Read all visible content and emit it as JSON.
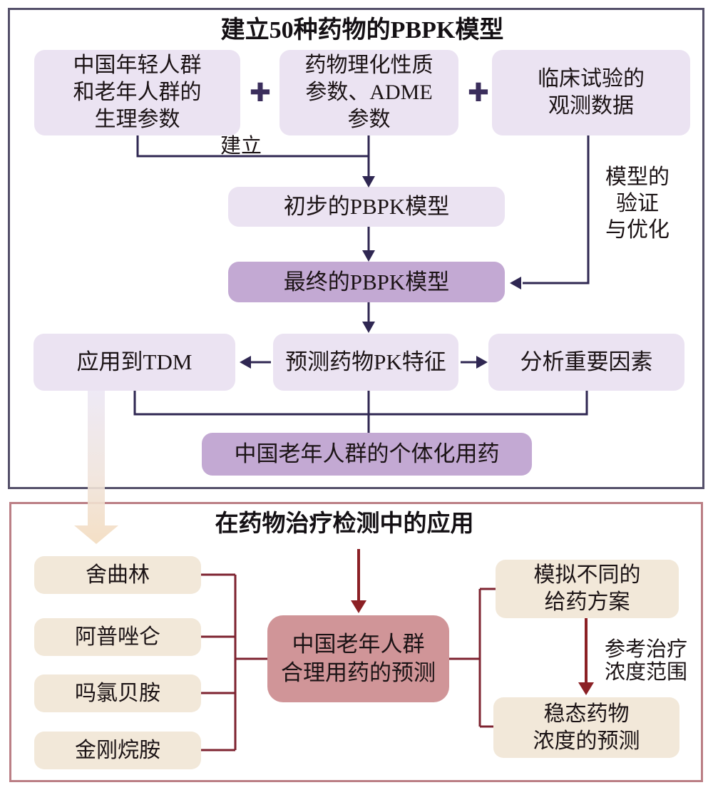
{
  "colors": {
    "top_panel_border": "#55506a",
    "bottom_panel_border": "#bb7f85",
    "lavender_box": "#ebe3f2",
    "purple_box": "#c3a9d3",
    "beige_box": "#f2e8d9",
    "rose_box": "#d09598",
    "top_connector": "#2f2752",
    "bottom_connector": "#7e2330",
    "red_arrow": "#8b2025",
    "plus_sign": "#3b2e5c",
    "text": "#1b1315"
  },
  "top_panel": {
    "title": "建立50种药物的PBPK模型",
    "plus_glyph": "✚",
    "build_label": "建立",
    "inputs": [
      {
        "label": "中国年轻人群\n和老年人群的\n生理参数"
      },
      {
        "label": "药物理化性质\n参数、ADME\n参数"
      },
      {
        "label": "临床试验的\n观测数据"
      }
    ],
    "preliminary_model": "初步的PBPK模型",
    "final_model": "最终的PBPK模型",
    "validation_label": "模型的\n验证\n与优化",
    "apply_tdm": "应用到TDM",
    "predict_pk": "预测药物PK特征",
    "analyze_factors": "分析重要因素",
    "individualized_medication": "中国老年人群的个体化用药"
  },
  "bottom_panel": {
    "title": "在药物治疗检测中的应用",
    "drugs": [
      "舍曲林",
      "阿普唑仑",
      "吗氯贝胺",
      "金刚烷胺"
    ],
    "central_prediction": "中国老年人群\n合理用药的预测",
    "simulate_regimens": "模拟不同的\n给药方案",
    "reference_range": "参考治疗\n浓度范围",
    "steady_state_prediction": "稳态药物\n浓度的预测"
  }
}
